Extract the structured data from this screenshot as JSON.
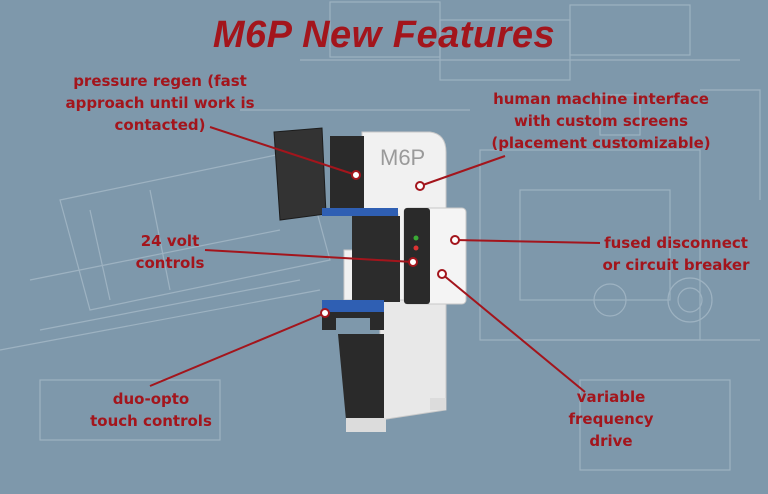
{
  "title": "M6P New Features",
  "colors": {
    "background": "#7e98ab",
    "accent": "#a3151c",
    "machine_body": "#f2f2f2",
    "machine_dark": "#2b2b2b",
    "trim_blue": "#2f5fb3"
  },
  "machine": {
    "logo_text": "M6P"
  },
  "callouts": [
    {
      "id": "pressure-regen",
      "lines": [
        "pressure regen (fast",
        "approach until work is",
        "contacted)"
      ]
    },
    {
      "id": "hmi",
      "lines": [
        "human machine interface",
        "with custom screens",
        "(placement customizable)"
      ]
    },
    {
      "id": "volt-controls",
      "lines": [
        "24 volt",
        "controls"
      ]
    },
    {
      "id": "fused-disconnect",
      "lines": [
        "fused disconnect",
        "or circuit breaker"
      ]
    },
    {
      "id": "duo-opto",
      "lines": [
        "duo-opto",
        "touch controls"
      ]
    },
    {
      "id": "vfd",
      "lines": [
        "variable",
        "frequency",
        "drive"
      ]
    }
  ]
}
